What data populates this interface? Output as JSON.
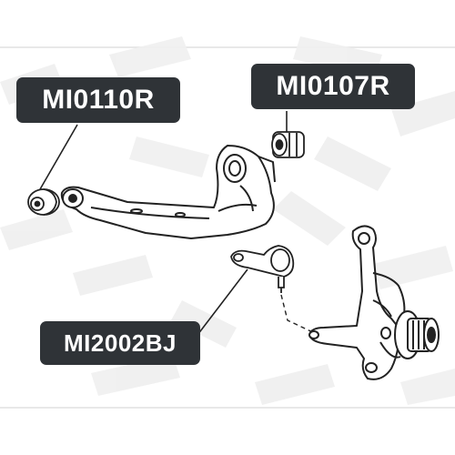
{
  "labels": {
    "lower_arm_bushing": "MI0110R",
    "rear_bushing": "MI0107R",
    "ball_joint": "MI2002BJ"
  },
  "colors": {
    "label_bg": "#2f3337",
    "label_text": "#ffffff",
    "watermark": "#ececec",
    "line_art": "#222222",
    "frame_line": "#dddddd"
  }
}
